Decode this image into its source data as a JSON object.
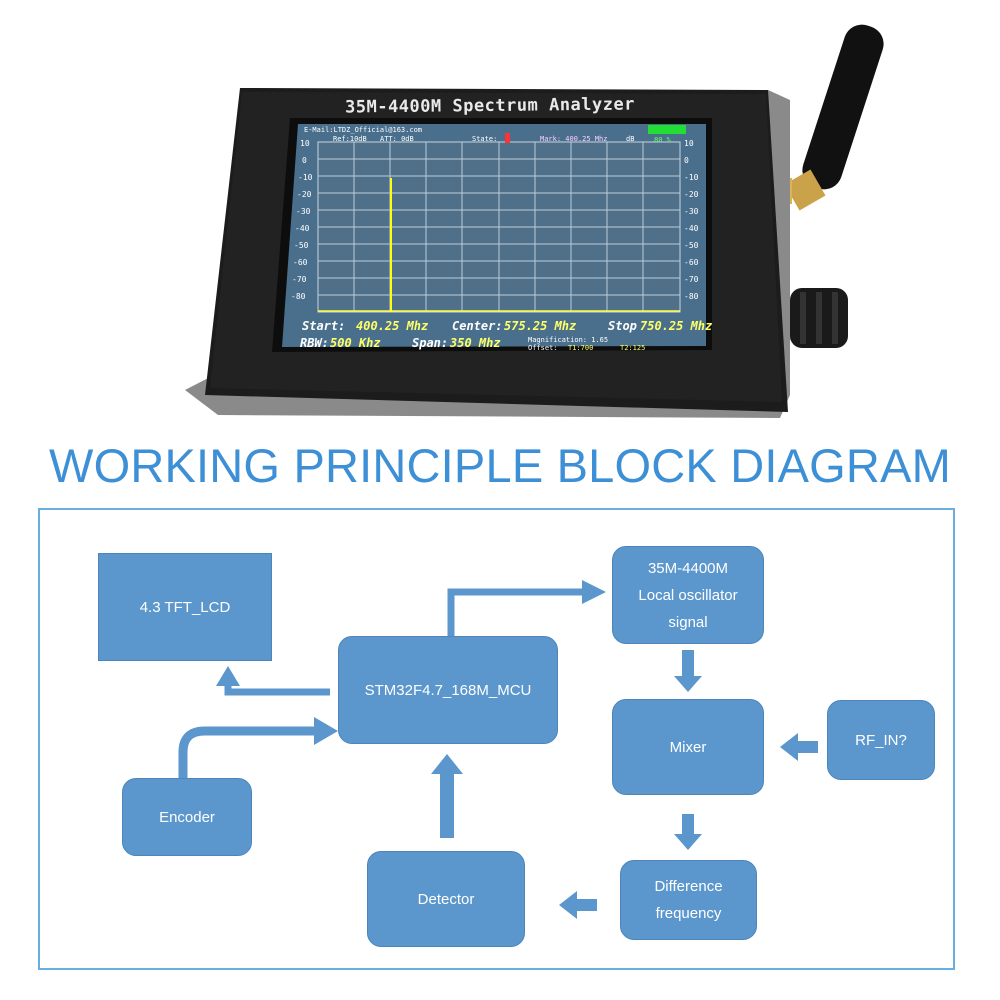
{
  "device": {
    "title": "35M-4400M Spectrum Analyzer",
    "screen": {
      "email": "E-Mail:LTDZ_Official@163.com",
      "ref": "Ref:10dB",
      "att": "ATT: 0dB",
      "state": "State:",
      "mark": "Mark: 400.25 Mhz",
      "db": "dB",
      "battery": "80 %",
      "y_ticks_left": [
        "10",
        "0",
        "-10",
        "-20",
        "-30",
        "-40",
        "-50",
        "-60",
        "-70",
        "-80"
      ],
      "y_ticks_right": [
        "10",
        "0",
        "-10",
        "-20",
        "-30",
        "-40",
        "-50",
        "-60",
        "-70",
        "-80"
      ],
      "start_label": "Start:",
      "start_value": "400.25 Mhz",
      "center_label": "Center:",
      "center_value": "575.25 Mhz",
      "stop_label": "Stop",
      "stop_value": "750.25 Mhz",
      "rbw_label": "RBW:",
      "rbw_value": "500 Khz",
      "span_label": "Span:",
      "span_value": "350 Mhz",
      "magnification": "Magnification: 1.65",
      "offset": "Offset:",
      "t1": "T1:700",
      "t2": "T2:125"
    }
  },
  "heading": "WORKING PRINCIPLE BLOCK DIAGRAM",
  "diagram": {
    "blocks": {
      "lcd": "4.3 TFT_LCD",
      "mcu": "STM32F4.7_168M_MCU",
      "lo": [
        "35M-4400M",
        "Local oscillator",
        "signal"
      ],
      "mixer": "Mixer",
      "rf_in": "RF_IN?",
      "encoder": "Encoder",
      "detector": "Detector",
      "diff": [
        "Difference",
        "frequency"
      ]
    }
  },
  "colors": {
    "heading": "#3d8fd6",
    "block_fill": "#5b97cd",
    "frame": "#6aaede",
    "screen_bg": "#4a6f8c",
    "trace": "#ffff00"
  }
}
